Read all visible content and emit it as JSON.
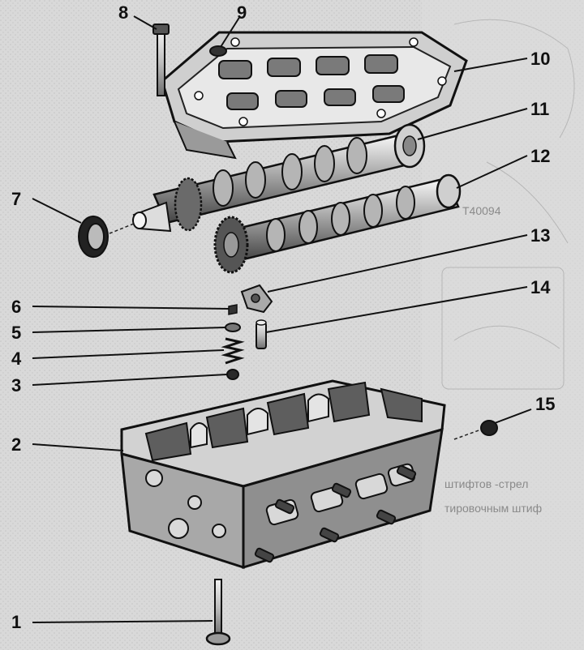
{
  "diagram": {
    "callouts": [
      "1",
      "2",
      "3",
      "4",
      "5",
      "6",
      "7",
      "8",
      "9",
      "10",
      "11",
      "12",
      "13",
      "14",
      "15"
    ]
  },
  "background_page": {
    "side_code": "T40094",
    "right_text": [
      "штифтов -стрел",
      "тировочным штиф"
    ]
  }
}
